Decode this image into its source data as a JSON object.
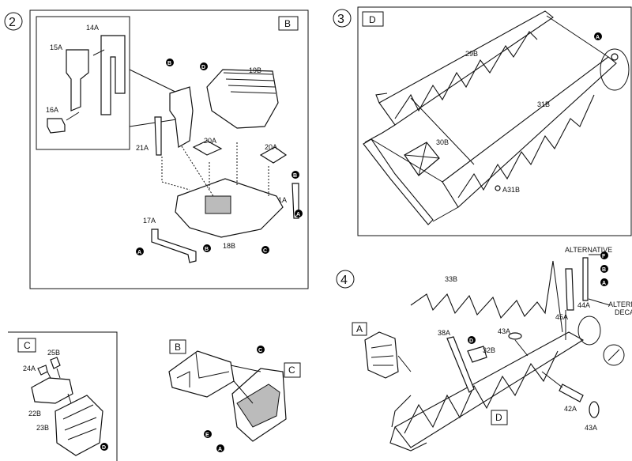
{
  "steps": {
    "s2": "2",
    "s3": "3",
    "s4": "4"
  },
  "boxes": {
    "B": "B",
    "D": "D",
    "C": "C",
    "B2": "B",
    "C2": "C",
    "A": "A",
    "D2": "D"
  },
  "bullets": {
    "A": "A",
    "B": "B",
    "C": "C",
    "D": "D",
    "E": "E",
    "F": "F"
  },
  "parts": {
    "p14a": "14A",
    "p15a": "15A",
    "p16a": "16A",
    "p19b": "19B",
    "p20a_1": "20A",
    "p20a_2": "20A",
    "p21a_1": "21A",
    "p21a_2": "21A",
    "p17a": "17A",
    "p18b": "18B",
    "p29b": "29B",
    "p30b": "30B",
    "p31b": "31B",
    "pa31b": "A31B",
    "p33b": "33B",
    "p38a": "38A",
    "p32b": "32B",
    "p43a_1": "43A",
    "p43a_2": "43A",
    "p42a": "42A",
    "p45a": "45A",
    "p44a": "44A",
    "p25b": "25B",
    "p24a": "24A",
    "p22b": "22B",
    "p23b": "23B"
  },
  "notes": {
    "alternative": "ALTERNATIVE",
    "altern": "ALTERN",
    "decal": "DECAL"
  }
}
